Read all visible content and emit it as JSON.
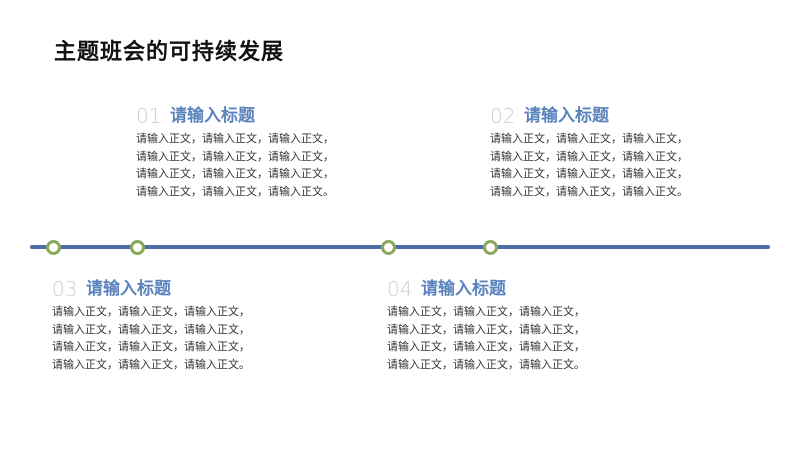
{
  "page": {
    "title": "主题班会的可持续发展"
  },
  "colors": {
    "accent_blue": "#4a6fa5",
    "title_blue": "#5b84be",
    "node_green": "#8aa85c"
  },
  "blocks": [
    {
      "num": "01",
      "title": "请输入标题",
      "lines": [
        "请输入正文，请输入正文，请输入正文，",
        "请输入正文，请输入正文，请输入正文，",
        "请输入正文，请输入正文，请输入正文，",
        "请输入正文，请输入正文，请输入正文。"
      ]
    },
    {
      "num": "02",
      "title": "请输入标题",
      "lines": [
        "请输入正文，请输入正文，请输入正文，",
        "请输入正文，请输入正文，请输入正文，",
        "请输入正文，请输入正文，请输入正文，",
        "请输入正文，请输入正文，请输入正文。"
      ]
    },
    {
      "num": "03",
      "title": "请输入标题",
      "lines": [
        "请输入正文，请输入正文，请输入正文，",
        "请输入正文，请输入正文，请输入正文，",
        "请输入正文，请输入正文，请输入正文，",
        "请输入正文，请输入正文，请输入正文。"
      ]
    },
    {
      "num": "04",
      "title": "请输入标题",
      "lines": [
        "请输入正文，请输入正文，请输入正文，",
        "请输入正文，请输入正文，请输入正文，",
        "请输入正文，请输入正文，请输入正文，",
        "请输入正文，请输入正文，请输入正文。"
      ]
    }
  ]
}
